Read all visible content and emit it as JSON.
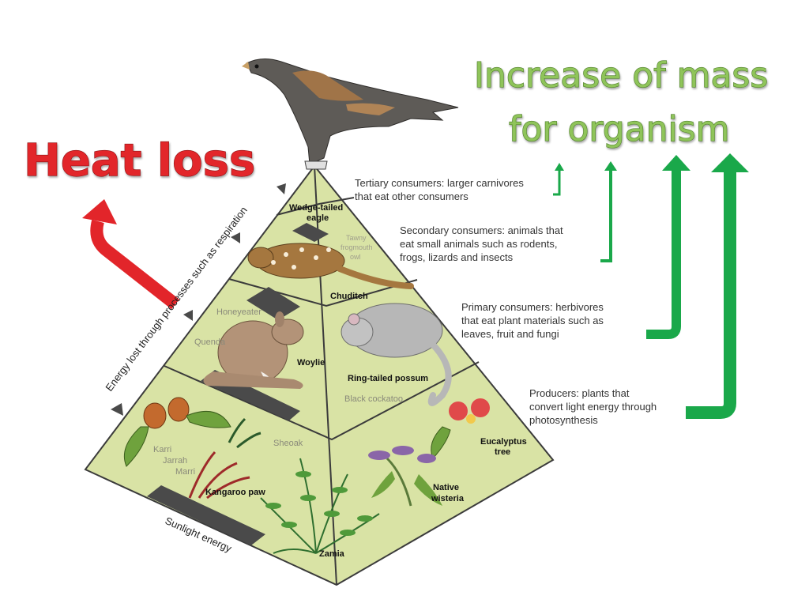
{
  "headings": {
    "heat_loss": "Heat loss",
    "mass_line1": "Increase of mass",
    "mass_line2": "for organism"
  },
  "pyramid": {
    "side_label_energy": "Energy lost through processes such as respiration",
    "side_label_sun": "Sunlight energy",
    "tiers": {
      "tertiary": {
        "desc_line1": "Tertiary consumers: larger carnivores",
        "desc_line2": "that eat other consumers",
        "organisms": {
          "eagle_line1": "Wedge-tailed",
          "eagle_line2": "eagle"
        }
      },
      "secondary": {
        "desc_line1": "Secondary consumers: animals that",
        "desc_line2": "eat small animals such as rodents,",
        "desc_line3": "frogs, lizards and insects",
        "organisms": {
          "owl_line1": "Tawny",
          "owl_line2": "frogmouth",
          "owl_line3": "owl",
          "chuditch": "Chuditch"
        }
      },
      "primary": {
        "desc_line1": "Primary consumers: herbivores",
        "desc_line2": "that eat plant materials such as",
        "desc_line3": "leaves, fruit and fungi",
        "organisms": {
          "honeyeater": "Honeyeater",
          "quenda": "Quenda",
          "woylie": "Woylie",
          "possum": "Ring-tailed possum",
          "cockatoo": "Black cockatoo"
        }
      },
      "producers": {
        "desc_line1": "Producers: plants that",
        "desc_line2": "convert light energy through",
        "desc_line3": "photosynthesis",
        "organisms": {
          "karri": "Karri",
          "jarrah": "Jarrah",
          "marri": "Marri",
          "sheoak": "Sheoak",
          "kangaroo_paw": "Kangaroo paw",
          "eucalyptus_line1": "Eucalyptus",
          "eucalyptus_line2": "tree",
          "wisteria_line1": "Native",
          "wisteria_line2": "wisteria",
          "zamia": "Zamia"
        }
      }
    }
  },
  "colors": {
    "heat_red": "#e2252a",
    "mass_green": "#8fc45a",
    "bracket_green": "#1aa84a",
    "pyramid_fill": "#d9e3a5",
    "pyramid_line": "#3b3b3b"
  },
  "icons": [
    "eagle-icon",
    "chuditch-icon",
    "woylie-icon",
    "possum-icon",
    "gumnut-icon",
    "kangaroo-paw-icon",
    "zamia-icon",
    "eucalyptus-flower-icon",
    "wisteria-icon",
    "shield-arrow-icon"
  ]
}
